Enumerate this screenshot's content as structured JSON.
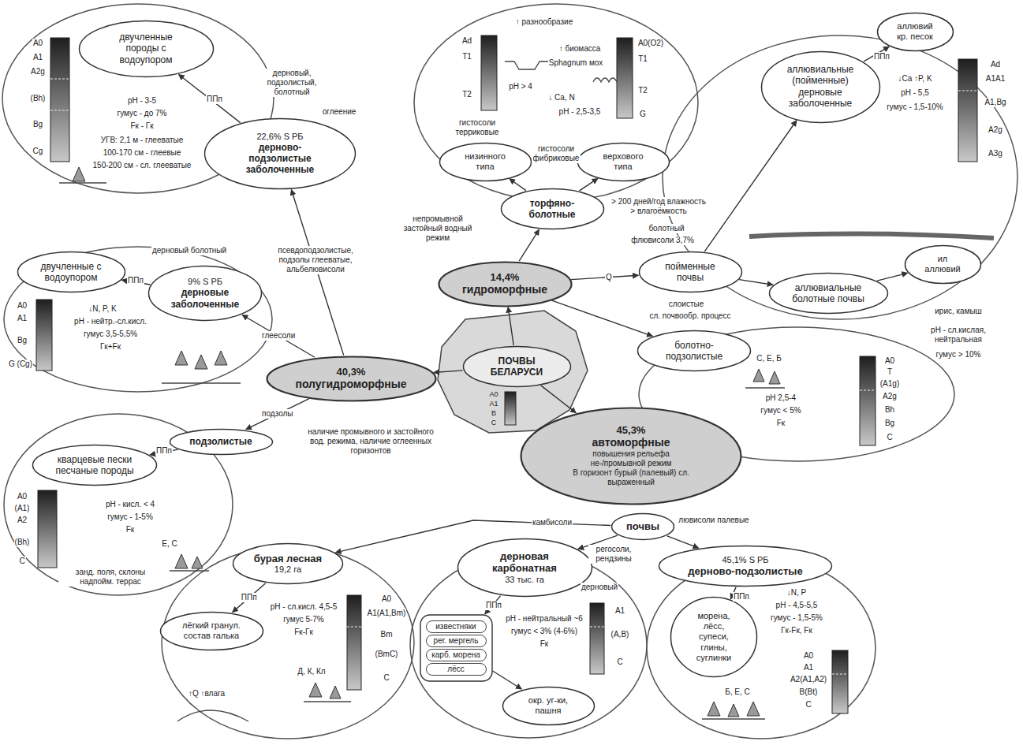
{
  "diagram": {
    "nodes": [
      {
        "text": [
          "ПОЧВЫ БЕЛАРУСИ"
        ]
      },
      {
        "text": [
          "40,3%",
          "полугидроморфные"
        ]
      },
      {
        "text": [
          "14,4%",
          "гидроморфные"
        ]
      },
      {
        "text": [
          "45,3%",
          "автоморфные",
          "повышения рельефа",
          "не-/промывной режим",
          "В горизонт бурый (палевый) сл. выраженный"
        ]
      },
      {
        "text": [
          "почвы"
        ]
      },
      {
        "text": [
          "22,6% S РБ",
          "дерново-подзолистые заболоченные"
        ]
      },
      {
        "text": [
          "двучленные породы с водоупором"
        ]
      },
      {
        "text": [
          "9% S РБ",
          "дерновые заболоченные"
        ]
      },
      {
        "text": [
          "двучленные с водоупором"
        ]
      },
      {
        "text": [
          "подзолистые"
        ]
      },
      {
        "text": [
          "кварцевые пески песчаные породы"
        ]
      },
      {
        "text": [
          "торфяно-болотные"
        ]
      },
      {
        "text": [
          "низинного типа"
        ]
      },
      {
        "text": [
          "верхового типа"
        ]
      },
      {
        "text": [
          "пойменные почвы"
        ]
      },
      {
        "text": [
          "аллювиальные (пойменные) дерновые заболоченные"
        ]
      },
      {
        "text": [
          "аллювий кр. песок"
        ]
      },
      {
        "text": [
          "аллювиальные болотные почвы"
        ]
      },
      {
        "text": [
          "ил аллювий"
        ]
      },
      {
        "text": [
          "болотно-подзолистые"
        ]
      },
      {
        "text": [
          "бурая лесная",
          "19,2 га"
        ]
      },
      {
        "text": [
          "лёгкий гранул. состав галька"
        ]
      },
      {
        "text": [
          "дерновая карбонатная",
          "33 тыс. га"
        ]
      },
      {
        "text": [
          "известняки",
          "рег. мергель",
          "карб. морена",
          "лёсс"
        ]
      },
      {
        "text": [
          "окр. уг-ки, пашня"
        ]
      },
      {
        "text": [
          "45,1% S РБ",
          "дерново-подзолистые"
        ]
      },
      {
        "text": [
          "морена, лёсс, супеси, глины, суглинки"
        ]
      }
    ],
    "edges": [
      {
        "from": 0,
        "to": 1,
        "arrow": "to"
      },
      {
        "from": 0,
        "to": 2,
        "arrow": "to"
      },
      {
        "from": 0,
        "to": 3,
        "arrow": "to"
      },
      {
        "from": 1,
        "to": 5,
        "label": "псевдоподзолистые, подзолы глееватые, альбелювисоли",
        "arrow": "to"
      },
      {
        "from": 1,
        "to": 7,
        "label": "глеесоли",
        "arrow": "to"
      },
      {
        "from": 1,
        "to": 9,
        "label": "подзолы",
        "arrow": "to"
      },
      {
        "from": 5,
        "to": 6,
        "label": "ППп",
        "arrow": "to"
      },
      {
        "from": 7,
        "to": 8,
        "label": "ППп",
        "arrow": "to"
      },
      {
        "from": 9,
        "to": 10,
        "label": "ППп",
        "arrow": "to"
      },
      {
        "from": 2,
        "to": 11,
        "arrow": "to"
      },
      {
        "from": 11,
        "to": 12,
        "arrow": "to"
      },
      {
        "from": 11,
        "to": 13,
        "arrow": "to"
      },
      {
        "from": 2,
        "to": 14,
        "label": "Q",
        "arrow": "to"
      },
      {
        "from": 14,
        "to": 15,
        "arrow": "to"
      },
      {
        "from": 15,
        "to": 16,
        "label": "ППп",
        "arrow": "to"
      },
      {
        "from": 14,
        "to": 17,
        "arrow": "to"
      },
      {
        "from": 17,
        "to": 18,
        "arrow": "to"
      },
      {
        "from": 2,
        "to": 19,
        "arrow": "to"
      },
      {
        "from": 4,
        "to": 20,
        "label": "камбисоли",
        "arrow": "to"
      },
      {
        "from": 4,
        "to": 22,
        "label": "регосоли, рендзины",
        "arrow": "to"
      },
      {
        "from": 4,
        "to": 25,
        "label": "лювисоли палевые",
        "arrow": "to"
      },
      {
        "from": 20,
        "to": 21,
        "label": "ППп",
        "arrow": "to"
      },
      {
        "from": 22,
        "to": 23,
        "label": "ППп",
        "arrow": "to"
      },
      {
        "from": 23,
        "to": 24,
        "arrow": "to"
      },
      {
        "from": 25,
        "to": 26,
        "label": "ППп",
        "arrow": "to"
      }
    ],
    "labels": [
      "A0",
      "A1",
      "A2g",
      "(Bh)",
      "Bg",
      "Cg",
      "pH - 3-5",
      "гумус - до 7%",
      "Fк - Гк",
      "УГВ: 2,1 м - глееватые",
      "100-170 см - глеевые",
      "150-200 см - сл. глееватые",
      "дерновый, подзолистый, болотный",
      "оглеение",
      "дерновый болотный",
      "A0",
      "A1",
      "Bg",
      "G (Cg)",
      "↓N, P, K",
      "pH - нейтр.-сл.кисл.",
      "гумус 3,5-5,5%",
      "Гк+Fк",
      "A0",
      "(A1)",
      "A2",
      "(Bh)",
      "C",
      "pH - кисл. < 4",
      "гумус - 1-5%",
      "Fк",
      "Е, С",
      "занд. поля, склоны надпойм. террас",
      "наличие промывного и застойного вод. режима, наличие оглеенных горизонтов",
      "Ad",
      "T1",
      "T2",
      "↑ разнообразие",
      "↑ биомасса",
      "Sphagnum мох",
      "pH > 4",
      "↓ Ca, N",
      "pH - 2,5-3,5",
      "A0(O2)",
      "T1",
      "T2",
      "G",
      "гистосоли терриковые",
      "гистосоли фибриковые",
      "непромывной застойный водный режим",
      "> 200 дней/год влажность > влагоёмкость",
      "Ad",
      "A1A1",
      "A1,Bg",
      "A2g",
      "A3g",
      "↓Ca ↑P, K",
      "pH - 5,5",
      "гумус - 1,5-10%",
      "болотный",
      "флювисоли 3,7%",
      "слоистые",
      "сл. почвообр. процесс",
      "ирис, камыш",
      "pH - сл.кислая, нейтральная",
      "гумус > 10%",
      "A0",
      "T",
      "(A1g)",
      "A2g",
      "Bh",
      "Bg",
      "C",
      "С, Е, Б",
      "pH 2,5-4",
      "гумус < 5%",
      "Fк",
      "A0",
      "A1",
      "B",
      "C",
      "pH - сл.кисл. 4,5-5",
      "гумус 5-7%",
      "Fк-Гк",
      "A0",
      "A1(A1,Bm)",
      "Bm",
      "(BmC)",
      "C",
      "Д, К, Кл",
      "↑Q ↑влага",
      "дерновый",
      "pH - нейтральный ~6",
      "гумус < 3% (4-6%)",
      "Fк",
      "A1",
      "(A,B)",
      "C",
      "↓N, P",
      "pH - 4,5-5,5",
      "гумус - 1,5-5%",
      "Гк-Fк, Fк",
      "A0",
      "A1",
      "A2(A1,A2)",
      "B(Bt)",
      "C",
      "Б, Е, С"
    ]
  }
}
